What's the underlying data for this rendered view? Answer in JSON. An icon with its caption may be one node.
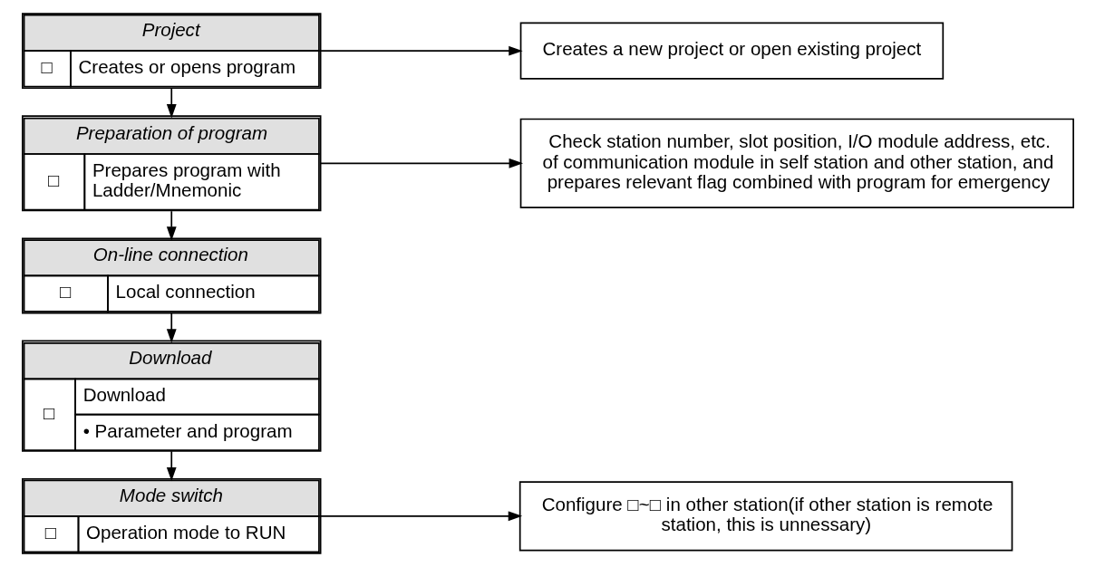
{
  "diagram": {
    "nodes": [
      {
        "text": [
          "Project",
          "□",
          "Creates or opens program"
        ]
      },
      {
        "text": [
          "Preparation of program",
          "□",
          "Prepares program with Ladder/Mnemonic"
        ]
      },
      {
        "text": [
          "On-line connection",
          "□",
          "Local connection"
        ]
      },
      {
        "text": [
          "Download",
          "□",
          "Download",
          "• Parameter and program"
        ]
      },
      {
        "text": [
          "Mode switch",
          "□",
          "Operation mode to RUN"
        ]
      },
      {
        "text": [
          "Creates a new project or open existing project"
        ]
      },
      {
        "text": [
          "Check station number, slot position, I/O module address, etc. of communication module in self station and other station, and prepares relevant flag combined with program for emergency"
        ]
      },
      {
        "text": [
          "Configure □~□ in other station(if other station is remote station, this is unnessary)"
        ]
      }
    ],
    "edges": [
      {
        "from": 0,
        "to": 1,
        "arrow": "to"
      },
      {
        "from": 1,
        "to": 2,
        "arrow": "to"
      },
      {
        "from": 2,
        "to": 3,
        "arrow": "to"
      },
      {
        "from": 3,
        "to": 4,
        "arrow": "to"
      },
      {
        "from": 0,
        "to": 5,
        "arrow": "to"
      },
      {
        "from": 1,
        "to": 6,
        "arrow": "to"
      },
      {
        "from": 4,
        "to": 7,
        "arrow": "to"
      }
    ]
  }
}
